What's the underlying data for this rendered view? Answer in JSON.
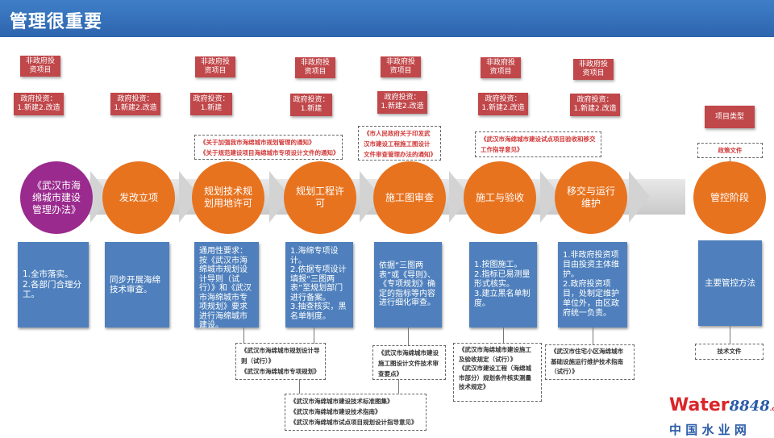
{
  "title": "管理很重要",
  "columns": [
    {
      "non_gov": "非政府投\n资项目",
      "gov": "政府投资：\n1.新建2.改造",
      "stage": "《武汉市海\n绵城市建设\n管理办法》",
      "desc": "1.全市落实。\n2.各部门合理分工。"
    },
    {
      "gov": "政府投资：\n1.新建2.改造",
      "stage": "发改立项",
      "desc": "同步开展海绵技术审查。"
    },
    {
      "non_gov": "非政府投\n资项目",
      "gov": "政府投资：\n1.新建",
      "stage": "规划技术规\n划用地许可",
      "desc": "通用性要求：按《武汉市海绵城市规划设计导则（试行）》和《武汉市海绵城市专项规划》要求进行海绵城市建设。"
    },
    {
      "non_gov": "非政府投\n资项目",
      "gov": "政府投资：\n1.新建",
      "stage": "规划工程许\n可",
      "desc": "1.海绵专项设计。\n2.依据专项设计填报“三图两表”至规划部门进行备案。\n3.抽查核实，黑名单制度。"
    },
    {
      "non_gov": "非政府投\n资项目",
      "gov": "政府投资：\n1.新建2.改造",
      "stage": "施工图审查",
      "desc": "依据“三图两表”或《导则》、《专项规划》确定的指标等内容进行细化审查。"
    },
    {
      "non_gov": "非政府投\n资项目",
      "gov": "政府投资：\n1.新建2.改造",
      "stage": "施工与验收",
      "desc": "1.按图施工。\n2.指标已易测量形式核实。\n3.建立黑名单制度。"
    },
    {
      "non_gov": "非政府投\n资项目",
      "gov": "政府投资：\n1.新建2.改造",
      "stage": "移交与运行\n维护",
      "desc": "1.非政府投资项目由投资主体维护。\n2.政府投资项目，处制定维护单位外，由区政府统一负责。"
    },
    {
      "gov": "项目类型",
      "stage": "管控阶段",
      "desc": "主要管控方法"
    }
  ],
  "policy_docs": {
    "c3": "《关于加强我市海绵城市规划管理的通知》\n《关于规范建设项目海绵城市专项设计文件的通知》",
    "c5": "《市人民政府关于印发武汉市建设工程施工图设计文件审查管理办法的通知》",
    "c6": "《武汉市海绵城市建设试点项目验收和移交工作指导意见》",
    "c8": "政策文件"
  },
  "tech_docs": {
    "c3": "《武汉市海绵城市规划设计导则（试行）》\n《武汉市海绵城市专项规划》",
    "c5": "《武汉市海绵城市建设施工图设计文件技术审查要点》",
    "shared": "《武汉市海绵城市建设技术标准图集》\n《武汉市海绵城市建设技术指南》\n《武汉市海绵城市试点项目规划设计指导意见》",
    "c6": "《武汉市海绵城市建设施工及验收规定（试行）》\n《武汉市建设工程（海绵城市部分）规划条件核实测量技术规定》",
    "c7": "《武汉市住宅小区海绵城市基础设施运行维护技术指南（试行）》",
    "c8": "技术文件"
  },
  "logo": {
    "brand": "Water",
    "num": "8848",
    ".com": ".com",
    "cn": "中 国 水 业 网"
  }
}
